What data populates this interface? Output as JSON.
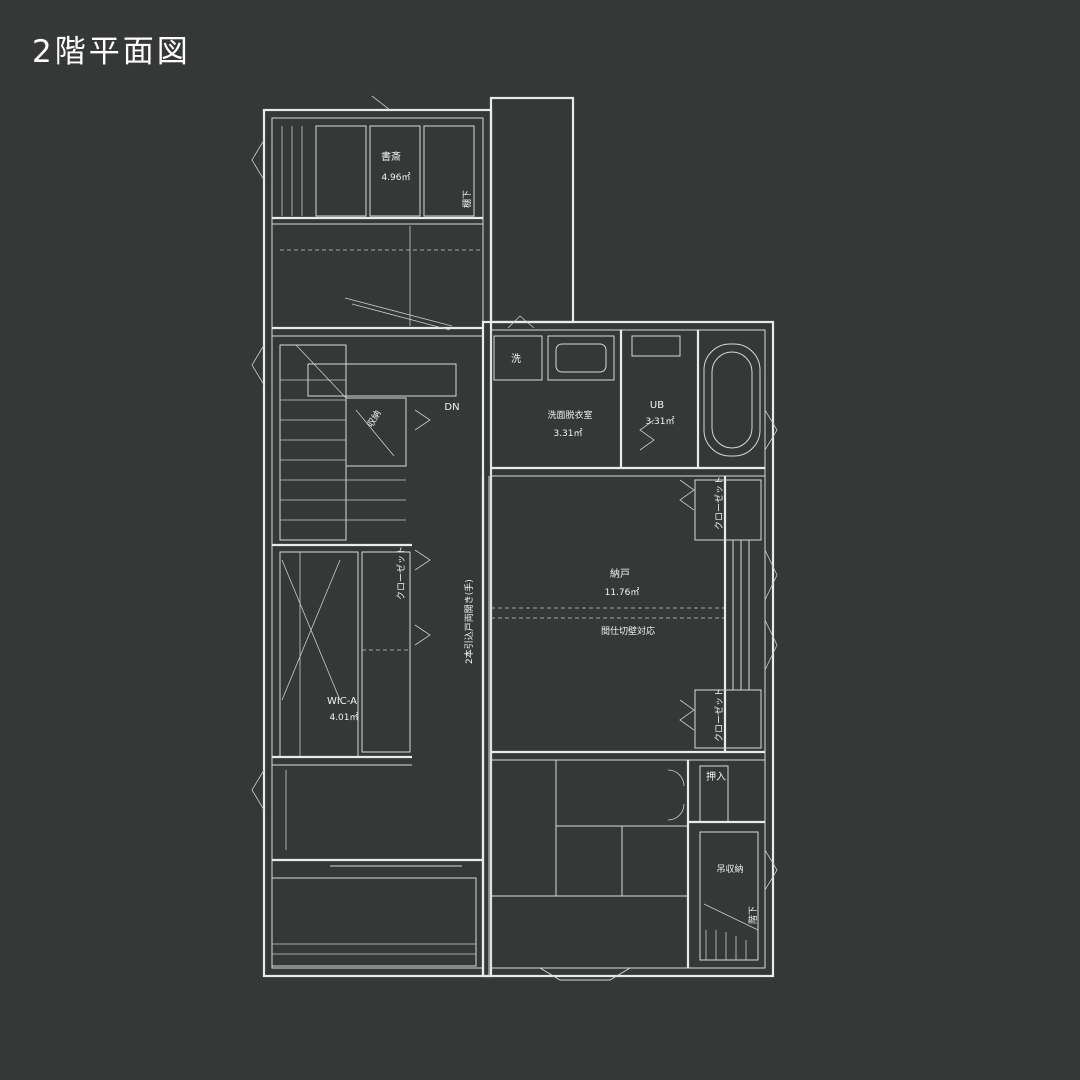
{
  "title": "2階平面図",
  "rooms": {
    "study": {
      "name": "書斎",
      "area": "4.96㎡"
    },
    "washer": {
      "name": "洗"
    },
    "stairs": {
      "name": "DN"
    },
    "storage_stairs": {
      "name": "収納"
    },
    "washroom": {
      "name": "洗面脱衣室",
      "area": "3.31㎡"
    },
    "ub": {
      "name": "UB",
      "area": "3.31㎡"
    },
    "closet_a": {
      "name": "クローゼット"
    },
    "hall_note": {
      "name": "2本引込戸両開き(手)"
    },
    "wic": {
      "name": "WIC-A",
      "area": "4.01㎡"
    },
    "main_room": {
      "name": "納戸",
      "area": "11.76㎡"
    },
    "partition": {
      "name": "間仕切壁対応"
    },
    "closet_b": {
      "name": "クローゼット"
    },
    "closet_c": {
      "name": "クローゼット"
    },
    "oshiire": {
      "name": "押入"
    },
    "storage_d": {
      "name": "吊収納"
    },
    "stair_small": {
      "name": "階下"
    },
    "study_shelf": {
      "name": "棚下"
    }
  }
}
